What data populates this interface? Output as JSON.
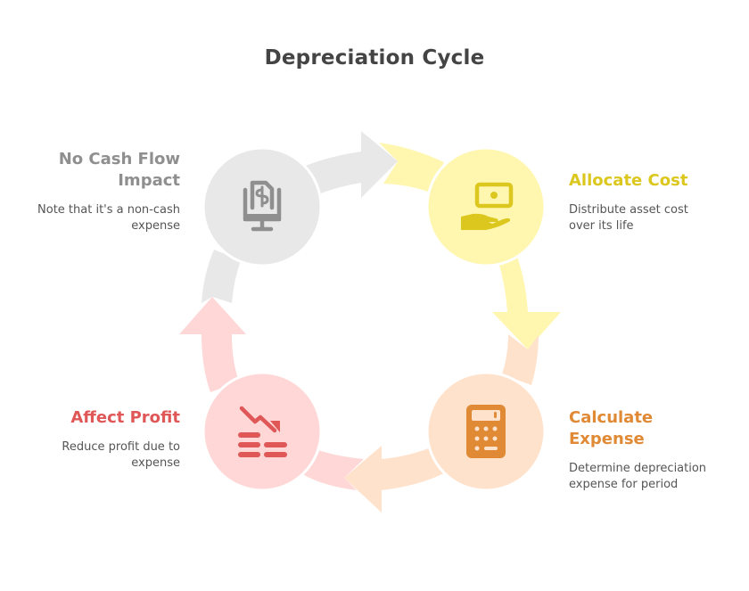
{
  "title": "Depreciation Cycle",
  "steps": [
    {
      "id": "allocate",
      "heading": "Allocate Cost",
      "description": "Distribute asset cost over its life",
      "icon": "hand-holding-money-icon",
      "fill": "#FFF7B0",
      "accent": "#DCC71E"
    },
    {
      "id": "calculate",
      "heading": "Calculate Expense",
      "description": "Determine depreciation expense for period",
      "icon": "calculator-icon",
      "fill": "#FFE2CC",
      "accent": "#E08A35"
    },
    {
      "id": "affect",
      "heading": "Affect Profit",
      "description": "Reduce profit due to expense",
      "icon": "profit-decline-icon",
      "fill": "#FFD7D7",
      "accent": "#E05757"
    },
    {
      "id": "nocash",
      "heading": "No Cash Flow Impact",
      "description": "Note that it's a non-cash expense",
      "icon": "monitor-invoice-icon",
      "fill": "#E8E8E8",
      "accent": "#8F8F8F"
    }
  ]
}
